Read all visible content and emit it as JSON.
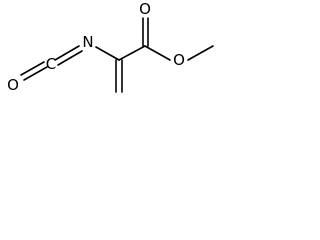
{
  "molecule": {
    "atoms": {
      "carbonyl_oxygen": "O",
      "ester_oxygen": "O",
      "nitrogen": "N",
      "isocyanate_carbon": "C",
      "isocyanate_oxygen": "O"
    },
    "colors": {
      "bond": "#000000",
      "label": "#000000",
      "background": "#ffffff"
    }
  }
}
